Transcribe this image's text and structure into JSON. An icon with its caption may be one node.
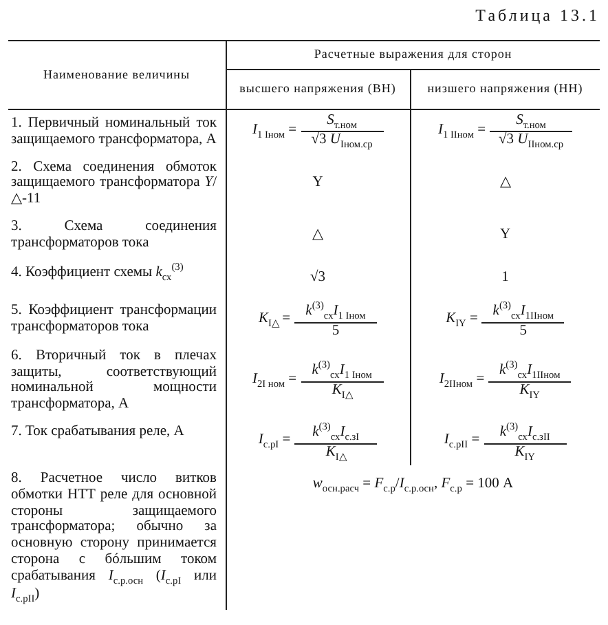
{
  "diagram": {
    "title": "Таблица 13.1",
    "labels": [
      "Наименование величины",
      "Расчетные выражения для сторон",
      "высшего напряжения (ВН)",
      "низшего напряжения (НН)",
      "1. Первичный номинальный ток защищаемого трансформатора, А",
      "*I*$_{1 Iном}$ =",
      "*S*$_{т.ном}$",
      "√3 *U*$_{Iном.ср}$",
      "*I*$_{1 IIном}$ =",
      "*S*$_{т.ном}$",
      "√3 *U*$_{IIном.ср}$",
      "2. Схема соединения обмоток защищаемого трансформатора *Y*/△-11",
      "Y",
      "△",
      "3. Схема соединения трансформаторов тока",
      "△",
      "Y",
      "4. Коэффициент схемы *k*$_{сх}$$^{(3)}$",
      "√3",
      "1",
      "5. Коэффициент трансформации трансформаторов тока",
      "*K*$_{I△}$ =",
      "*k*$^{(3)}$$_{сх}$*I*$_{1 Iном}$",
      "5",
      "*K*$_{IY}$ =",
      "*k*$^{(3)}$$_{сх}$*I*$_{1IIном}$",
      "5",
      "6. Вторичный ток в плечах защиты, соответствующий номинальной мощности трансформатора, А",
      "*I*$_{2I ном}$ =",
      "*k*$^{(3)}$$_{сх}$*I*$_{1 Iном}$",
      "*K*$_{I△}$",
      "*I*$_{2IIном}$ =",
      "*k*$^{(3)}$$_{сх}$*I*$_{1IIном}$",
      "*K*$_{IY}$",
      "7. Ток срабатывания реле, А",
      "*I*$_{с.рI}$ =",
      "*k*$^{(3)}$$_{сх}$*I*$_{с.зI}$",
      "*K*$_{I△}$",
      "*I*$_{с.рII}$ =",
      "*k*$^{(3)}$$_{сх}$*I*$_{с.зII}$",
      "*K*$_{IY}$",
      "8. Расчетное число витков обмотки НТТ реле для основной стороны защищаемого трансформатора; обычно за основную сторону принимается сторона с бóльшим током срабатывания *I*$_{с.р.осн}$ (*I*$_{с.рI}$ или *I*$_{с.рII}$)",
      "*w*$_{осн.расч}$ = *F*$_{с.р}$/*I*$_{с.р.осн}$, *F*$_{с.р}$ = 100 А"
    ]
  }
}
